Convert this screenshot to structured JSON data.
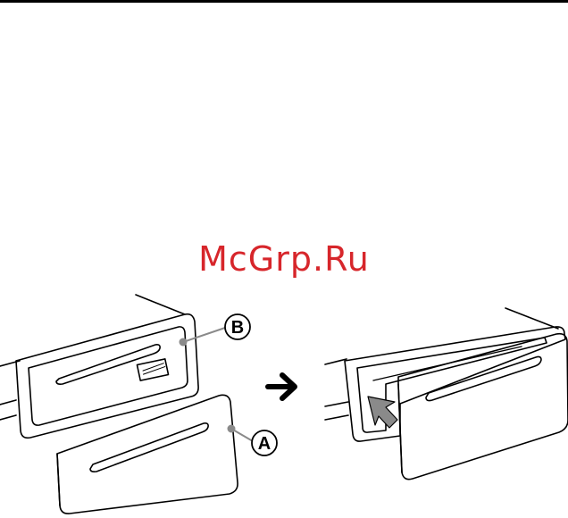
{
  "watermark": {
    "text": "McGrp.Ru",
    "color": "#d7262b"
  },
  "labels": {
    "a": "A",
    "b": "B"
  },
  "arrow_icon": "right-arrow-icon",
  "colors": {
    "line": "#000000",
    "face": "#ffffff",
    "leader": "#8a8a8a",
    "insert_arrow": "#8a8a8a"
  }
}
